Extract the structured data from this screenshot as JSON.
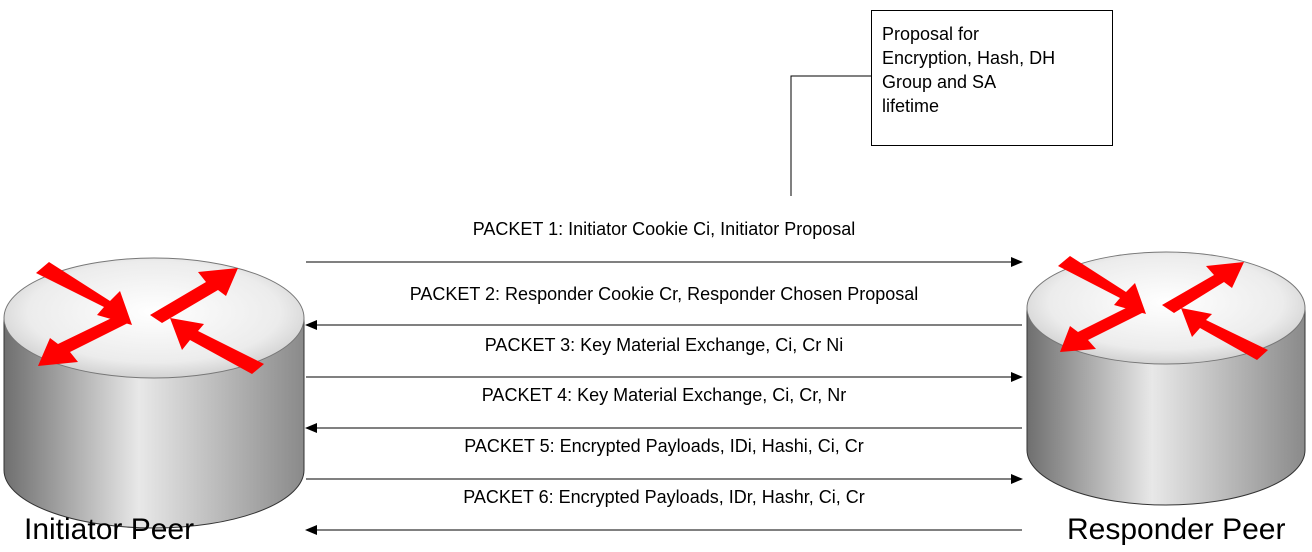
{
  "callout": {
    "lines": [
      "Proposal for",
      "Encryption, Hash, DH",
      "Group and SA",
      "lifetime"
    ]
  },
  "peers": {
    "initiator": "Initiator Peer",
    "responder": "Responder Peer"
  },
  "packets": [
    {
      "label": "PACKET 1: Initiator Cookie Ci, Initiator Proposal",
      "direction": "right"
    },
    {
      "label": "PACKET 2: Responder Cookie Cr, Responder Chosen Proposal",
      "direction": "left"
    },
    {
      "label": "PACKET 3: Key Material Exchange, Ci, Cr Ni",
      "direction": "right"
    },
    {
      "label": "PACKET 4: Key Material Exchange, Ci, Cr, Nr",
      "direction": "left"
    },
    {
      "label": "PACKET 5: Encrypted Payloads, IDi, Hashi, Ci, Cr",
      "direction": "right"
    },
    {
      "label": "PACKET 6: Encrypted Payloads, IDr, Hashr, Ci, Cr",
      "direction": "left"
    }
  ],
  "colors": {
    "arrow_red": "#ff0000",
    "router_top": "#f4f4f4",
    "router_side_dark": "#7a7a7a",
    "line": "#000000"
  }
}
